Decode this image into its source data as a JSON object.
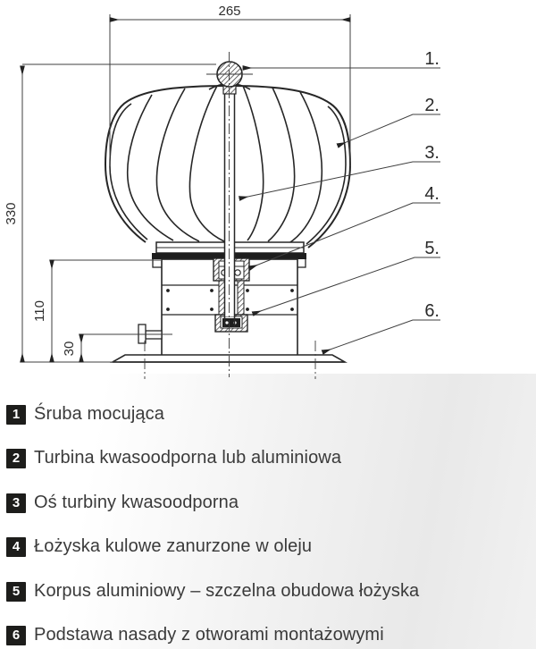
{
  "colors": {
    "line": "#2b2b2b",
    "thin_line": "#3f3f3f",
    "badge_bg": "#1d1d1b",
    "legend_text": "#3a3a3a",
    "background": "#ffffff",
    "legend_shade": "#ededed"
  },
  "drawing": {
    "dimensions": {
      "width_mm": "265",
      "total_height_mm": "330",
      "base_height_mm": "110",
      "offset_mm": "30"
    },
    "callouts": [
      {
        "label": "1."
      },
      {
        "label": "2."
      },
      {
        "label": "3."
      },
      {
        "label": "4."
      },
      {
        "label": "5."
      },
      {
        "label": "6."
      }
    ]
  },
  "legend": {
    "items": [
      {
        "num": "1",
        "text": "Śruba mocująca"
      },
      {
        "num": "2",
        "text": "Turbina kwasoodporna lub aluminiowa"
      },
      {
        "num": "3",
        "text": "Oś turbiny kwasoodporna"
      },
      {
        "num": "4",
        "text": "Łożyska kulowe zanurzone w oleju"
      },
      {
        "num": "5",
        "text": "Korpus aluminiowy – szczelna obudowa łożyska"
      },
      {
        "num": "6",
        "text": "Podstawa nasady z otworami montażowymi"
      }
    ]
  }
}
